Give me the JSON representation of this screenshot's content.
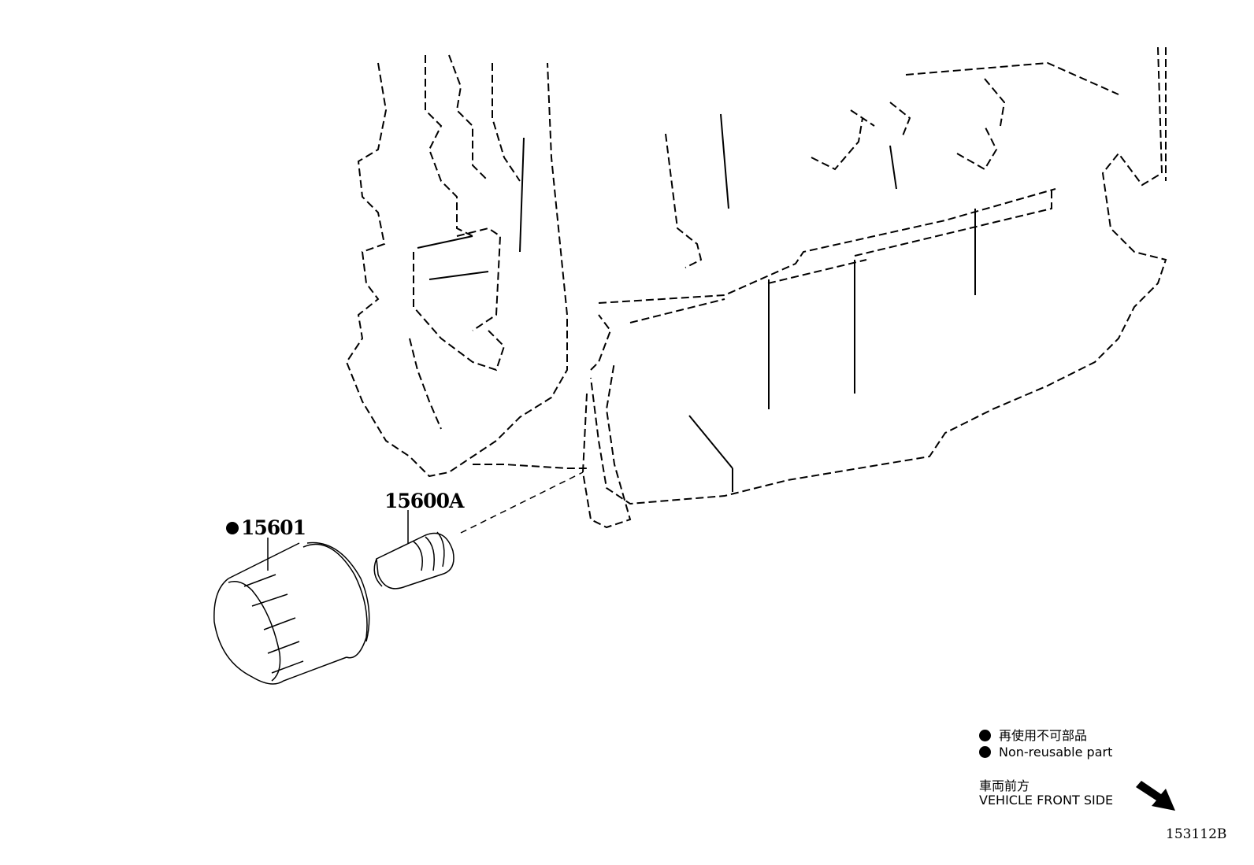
{
  "parts": {
    "oil_filter": {
      "number": "15601",
      "non_reusable": true
    },
    "union_bolt": {
      "number": "15600A"
    }
  },
  "legend": {
    "non_reusable_ja": "再使用不可部品",
    "non_reusable_en": "Non-reusable part",
    "front_ja": "車両前方",
    "front_en": "VEHICLE FRONT SIDE",
    "front_arrow_icon": "arrow-down-right-icon"
  },
  "illustration_id": "153112B"
}
